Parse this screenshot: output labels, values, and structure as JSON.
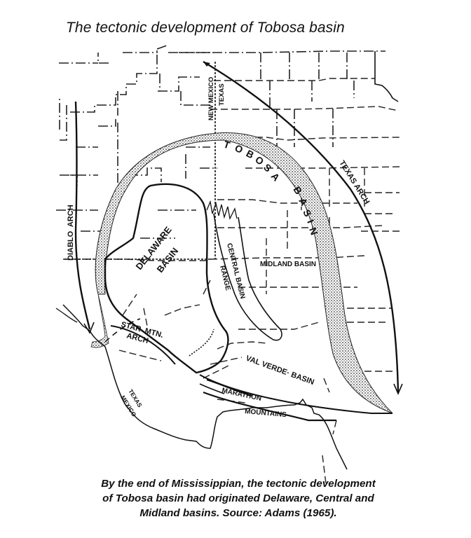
{
  "title": "The tectonic development of Tobosa basin",
  "caption": {
    "lines": [
      "By the end of Mississippian, the tectonic development",
      "of Tobosa basin had originated Delaware, Central and",
      "Midland basins. Source: Adams (1965)."
    ]
  },
  "map": {
    "labels": {
      "new_mexico": "NEW MEXICO",
      "texas_state": "TEXAS",
      "tobosa_basin": [
        "T",
        "O",
        "B",
        "O",
        "S",
        "A"
      ],
      "tobosa_basin_2": [
        "B",
        "A",
        "S",
        "I",
        "N"
      ],
      "texas_arch": "TEXAS ARCH",
      "diablo_arch": "DIABLO  ARCH",
      "delaware": "DELAWARE",
      "delaware_basin": "BASIN",
      "central_basin": "CENTRAL BASIN",
      "range": "RANGE",
      "midland_basin": "MIDLAND BASIN",
      "star_mtn": "STAR  MTN.",
      "star_arch": "ARCH",
      "val_verde_basin": "VAL VERDE· BASIN",
      "marathon": "MARATHON",
      "mountains": "MOUNTAINS",
      "texas_border": "TEXAS",
      "mexico_border": "MEXICO"
    },
    "colors": {
      "ink": "#111111",
      "stipple": "#555555",
      "background": "#ffffff"
    }
  }
}
